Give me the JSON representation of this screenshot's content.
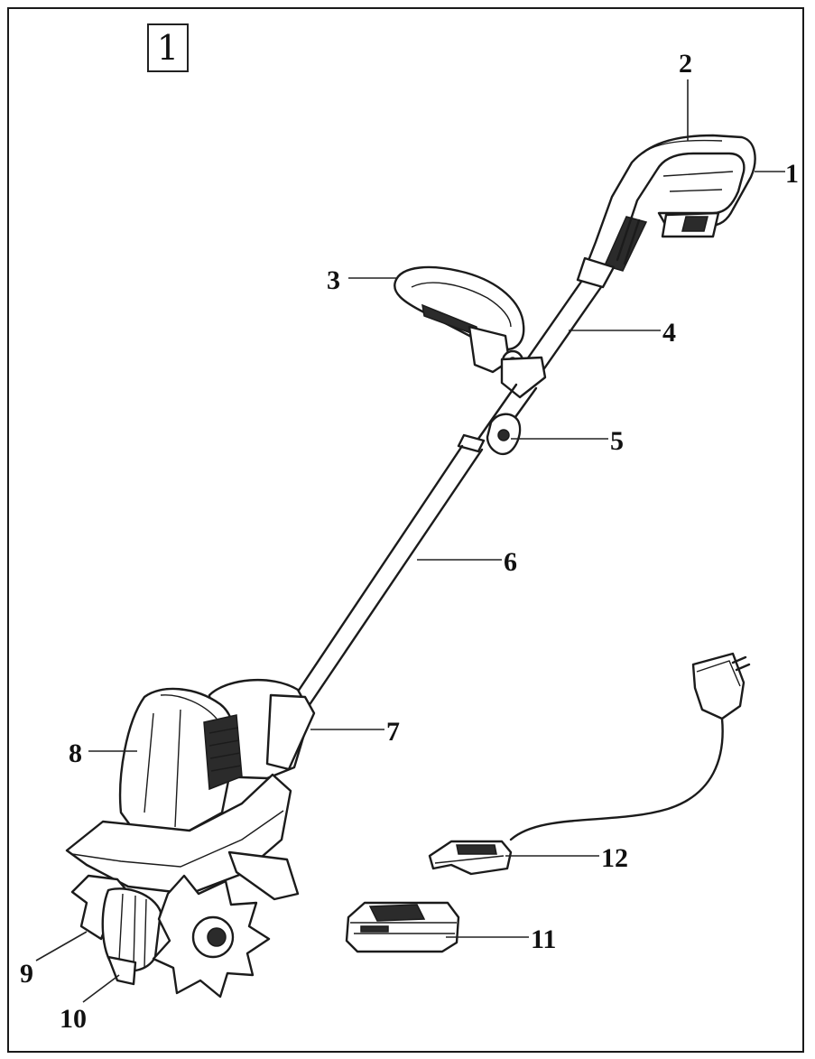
{
  "figure_number": "1",
  "callouts": [
    {
      "id": "1",
      "label": "1"
    },
    {
      "id": "2",
      "label": "2"
    },
    {
      "id": "3",
      "label": "3"
    },
    {
      "id": "4",
      "label": "4"
    },
    {
      "id": "5",
      "label": "5"
    },
    {
      "id": "6",
      "label": "6"
    },
    {
      "id": "7",
      "label": "7"
    },
    {
      "id": "8",
      "label": "8"
    },
    {
      "id": "9",
      "label": "9"
    },
    {
      "id": "10",
      "label": "10"
    },
    {
      "id": "11",
      "label": "11"
    },
    {
      "id": "12",
      "label": "12"
    }
  ]
}
